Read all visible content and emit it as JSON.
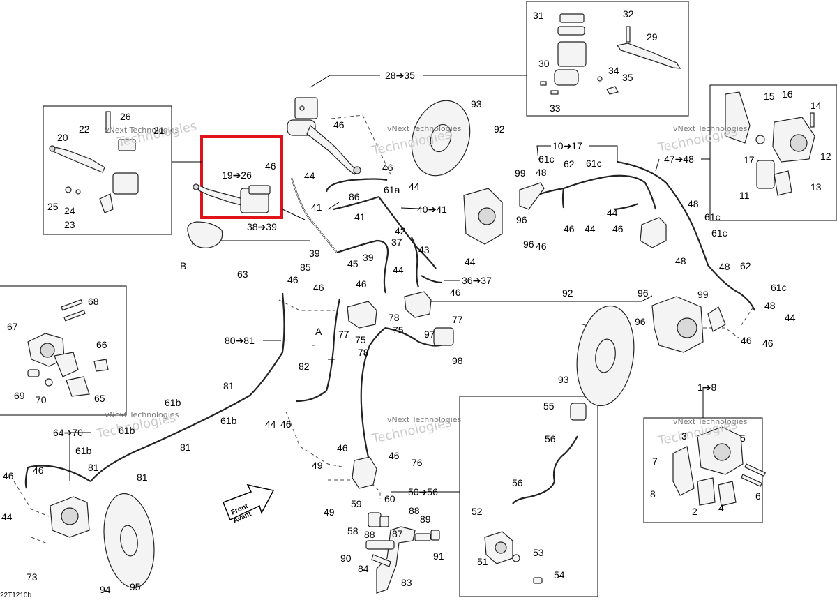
{
  "watermark": {
    "line1": "vNext Technologies",
    "line2": "Technologies"
  },
  "doc_code": "22T1210b",
  "front_label": {
    "line1": "Front",
    "line2": "Avant"
  },
  "highlight_color": "#e0121a",
  "callouts": {
    "r28_35": "28➔35",
    "r19_26": "19➔26",
    "r38_39": "38➔39",
    "r10_17": "10➔17",
    "r47_48": "47➔48",
    "r40_41": "40➔41",
    "r36_37": "36➔37",
    "r80_81": "80➔81",
    "r64_70": "64➔70",
    "r50_56": "50➔56",
    "r1_8": "1➔8",
    "n31": "31",
    "n32": "32",
    "n29": "29",
    "n30": "30",
    "n34": "34",
    "n35": "35",
    "n33": "33",
    "n93a": "93",
    "n92a": "92",
    "n46a": "46",
    "n44a": "44",
    "n46b": "46",
    "n44b": "44",
    "n86": "86",
    "n61a": "61a",
    "n41a": "41",
    "n41b": "41",
    "n42": "42",
    "n37": "37",
    "n43": "43",
    "n39a": "39",
    "n39b": "39",
    "n85": "85",
    "n45": "45",
    "n44c": "44",
    "n44d": "44",
    "n46c": "46",
    "n46d": "46",
    "n46e": "46",
    "n63": "63",
    "n46f": "46",
    "nA": "A",
    "n82": "82",
    "n77a": "77",
    "n75a": "75",
    "n78a": "78",
    "n78b": "78",
    "n75b": "75",
    "n77b": "77",
    "n97": "97",
    "n98": "98",
    "n20": "20",
    "n22": "22",
    "n26": "26",
    "n21": "21",
    "n25": "25",
    "n24": "24",
    "n23": "23",
    "nB": "B",
    "n99a": "99",
    "n48a": "48",
    "n61c_a": "61c",
    "n62a": "62",
    "n61c_b": "61c",
    "n46g": "46",
    "n44e": "44",
    "n46h": "46",
    "n44f": "44",
    "n96a": "96",
    "n96b": "96",
    "n46i": "46",
    "n46j": "46",
    "n48b": "48",
    "n61c_c": "61c",
    "n61c_d": "61c",
    "n48c": "48",
    "n48d": "48",
    "n62b": "62",
    "n61c_e": "61c",
    "n99b": "99",
    "n48e": "48",
    "n96c": "96",
    "n96d": "96",
    "n44g": "44",
    "n46k": "46",
    "n46l": "46",
    "n15": "15",
    "n16": "16",
    "n14": "14",
    "n12": "12",
    "n17": "17",
    "n11": "11",
    "n13": "13",
    "n92b": "92",
    "n93b": "93",
    "n68": "68",
    "n67": "67",
    "n66": "66",
    "n69": "69",
    "n70": "70",
    "n65": "65",
    "n61b_a": "61b",
    "n61b_b": "61b",
    "n61b_c": "61b",
    "n61b_d": "61b",
    "n81a": "81",
    "n81b": "81",
    "n81c": "81",
    "n81d": "81",
    "n46m": "46",
    "n46n": "46",
    "n44h": "44",
    "n44i": "44",
    "n46o": "46",
    "n73": "73",
    "n94": "94",
    "n95": "95",
    "n46p": "46",
    "n46q": "46",
    "n76": "76",
    "n49a": "49",
    "n49b": "49",
    "n59": "59",
    "n60": "60",
    "n58": "58",
    "n88a": "88",
    "n88b": "88",
    "n89": "89",
    "n87": "87",
    "n90": "90",
    "n84": "84",
    "n91": "91",
    "n83": "83",
    "n55": "55",
    "n56a": "56",
    "n56b": "56",
    "n52": "52",
    "n51": "51",
    "n53": "53",
    "n54": "54",
    "n3": "3",
    "n5": "5",
    "n7": "7",
    "n8": "8",
    "n2": "2",
    "n4": "4",
    "n6": "6"
  }
}
